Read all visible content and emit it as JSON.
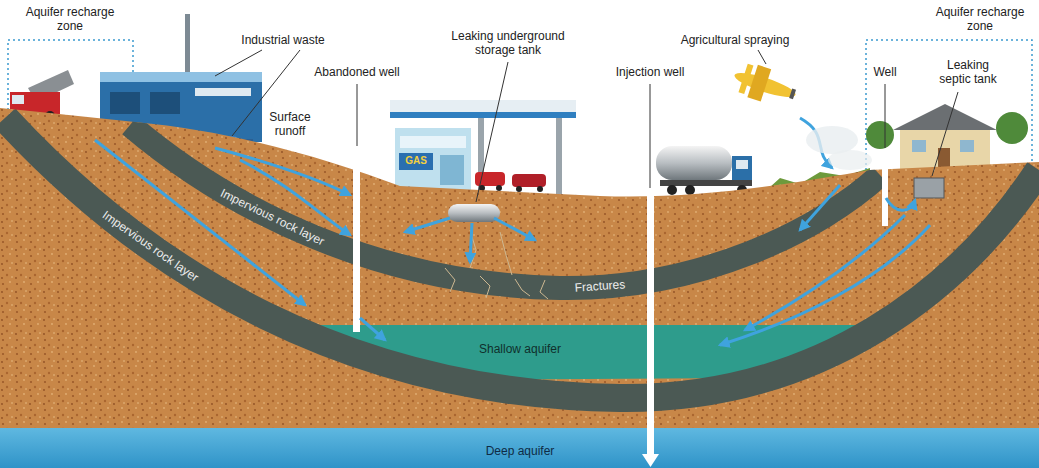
{
  "diagram": {
    "labels": [
      "Aquifer recharge zone",
      "Industrial waste",
      "Abandoned well",
      "Leaking underground storage tank",
      "Injection well",
      "Agricultural spraying",
      "Aquifer recharge zone",
      "Well",
      "Leaking septic tank",
      "Surface runoff",
      "GAS",
      "Impervious rock layer",
      "Impervious rock layer",
      "Fractures",
      "Shallow aquifer",
      "Deep aquifer"
    ]
  }
}
